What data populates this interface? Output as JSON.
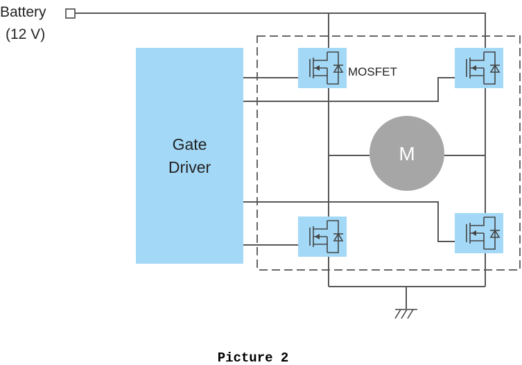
{
  "labels": {
    "battery_line1": "Battery",
    "battery_line2": "(12 V)",
    "gate_driver_line1": "Gate",
    "gate_driver_line2": "Driver",
    "mosfet": "MOSFET",
    "motor": "M",
    "caption": "Picture 2"
  },
  "colors": {
    "gate_driver_fill": "#a3d8f6",
    "mosfet_fill": "#a3d8f6",
    "motor_fill": "#a6a6a6",
    "wire": "#555555",
    "bridge_border": "#666666"
  },
  "icons": {
    "battery_terminal": "square-terminal-icon",
    "ground": "ground-icon",
    "mosfet": "mosfet-icon",
    "motor": "motor-icon"
  }
}
